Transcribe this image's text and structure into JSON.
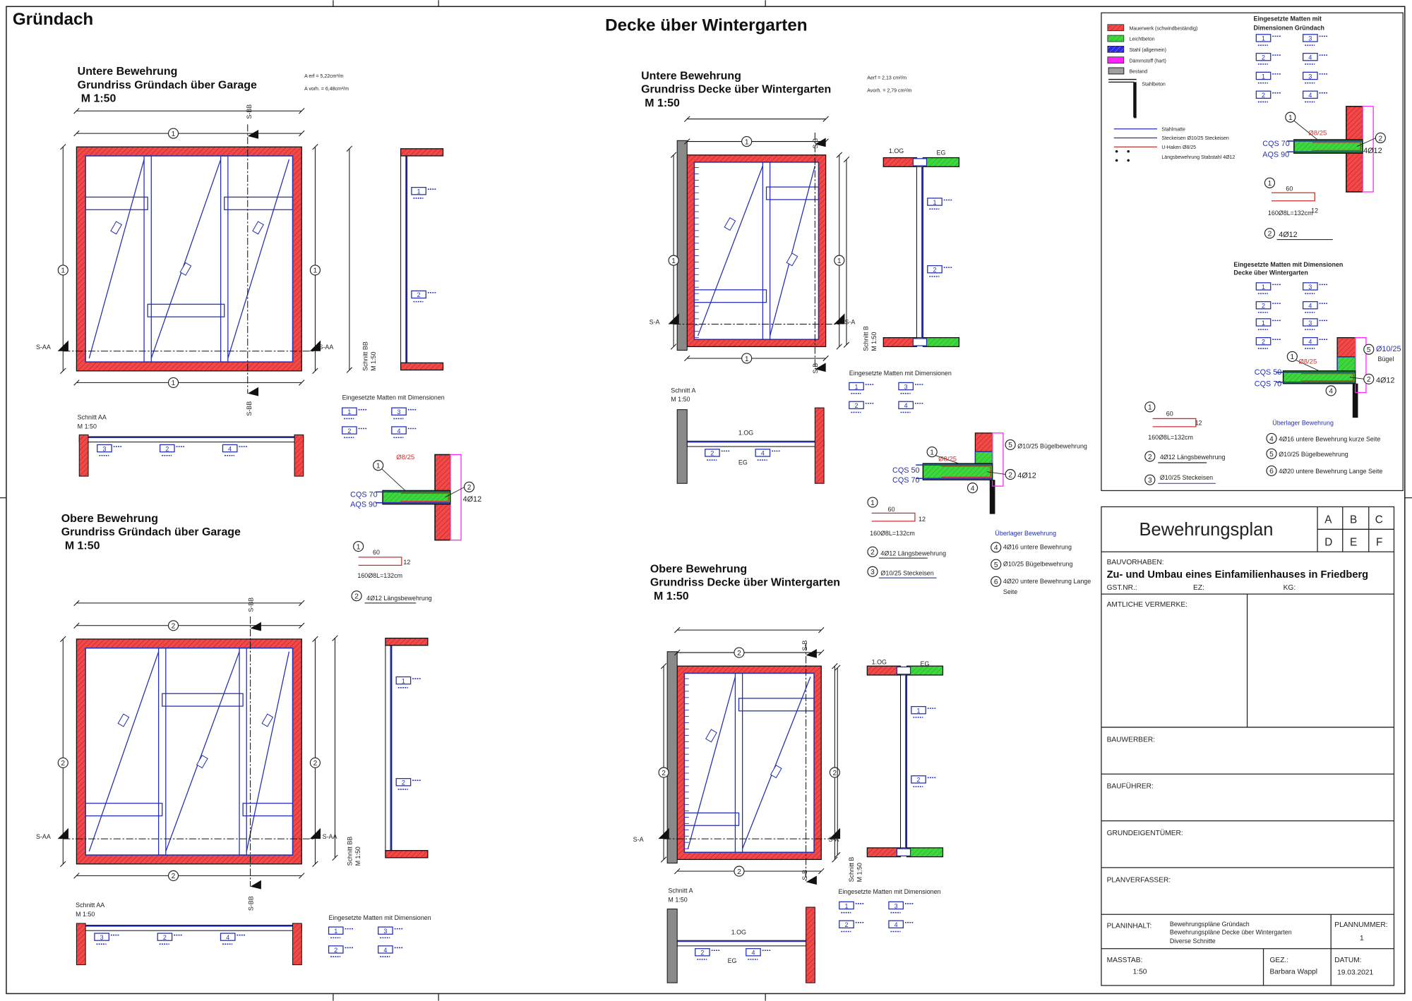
{
  "sheet": {
    "title_left": "Gründach",
    "title_center": "Decke über Wintergarten"
  },
  "plans": {
    "g_unten": {
      "line1": "Untere Bewehrung",
      "line2": "Grundriss Gründach über Garage",
      "scale": "M 1:50",
      "aerf": "A erf = 5,22cm²/m",
      "avorh": "A vorh. = 6,48cm²/m"
    },
    "g_oben": {
      "line1": "Obere Bewehrung",
      "line2": "Grundriss Gründach über Garage",
      "scale": "M 1:50"
    },
    "w_unten": {
      "line1": "Untere Bewehrung",
      "line2": "Grundriss Decke über Wintergarten",
      "scale": "M 1:50",
      "aerf": "Aerf = 2,13 cm²/m",
      "avorh": "Avorh. = 2,79 cm²/m"
    },
    "w_oben": {
      "line1": "Obere Bewehrung",
      "line2": "Grundriss Decke über Wintergarten",
      "scale": "M 1:50"
    }
  },
  "labels": {
    "s_aa": "S-AA",
    "s_bb": "S-BB",
    "s_a": "S-A",
    "s_b": "S-B",
    "schnitt_aa": "Schnitt AA",
    "schnitt_bb": "Schnitt BB",
    "schnitt_a": "Schnitt A",
    "schnitt_b": "Schnitt B",
    "m150": "M 1:50",
    "og": "1.OG",
    "eg": "EG",
    "mats_heading": "Eingesetzte Matten mit Dimensionen",
    "mats_heading_g1": "Eingesetzte Matten mit",
    "mats_heading_g2": "Dimensionen Gründach",
    "mats_heading_w1": "Eingesetzte Matten mit Dimensionen",
    "mats_heading_w2": "Decke über Wintergarten"
  },
  "nums": [
    "1",
    "2",
    "3",
    "4",
    "5",
    "6"
  ],
  "details": {
    "cqs70": "CQS 70",
    "aqs90": "AQS 90",
    "cqs50": "CQS 50",
    "phi8_25": "Ø8/25",
    "four_phi12": "4Ø12",
    "len60": "60",
    "len12": "12",
    "bar1": "160Ø8L=132cm",
    "bar2": "4Ø12 Längsbewehrung",
    "bar3": "Ø10/25 Steckeisen",
    "buegel_full": "Ø10/25  Bügelbewehrung",
    "phi10_25": "Ø10/25",
    "buegel": "Bügel",
    "ueberlager": "Überlager Bewehrung",
    "ue4": "4Ø16 untere Bewehrung",
    "ue5": "Ø10/25  Bügelbewehrung",
    "ue6a": "4Ø20 untere Bewehrung Lange",
    "ue6b": "Seite",
    "ue4b": "4Ø16 untere Bewehrung kurze Seite",
    "ue6c": "4Ø20 untere Bewehrung Lange Seite"
  },
  "legend": {
    "items": [
      "Mauerwerk (schwindbeständig)",
      "Leichtbeton",
      "Stahl (allgemein)",
      "Dämmstoff (hart)",
      "Bestand",
      "Stahlbeton"
    ],
    "lines": [
      "Stahlmatte",
      "Steckeisen Ø10/25 Steckeisen",
      "U-Haken Ø8/25",
      "Längsbewehrung Stabstahl 4Ø12"
    ],
    "colors": {
      "red": "#f24848",
      "green": "#3ed83e",
      "blue": "#2a2ae0",
      "magenta": "#ff22ff",
      "gray": "#a0a0a0"
    }
  },
  "title_block": {
    "title": "Bewehrungsplan",
    "grid": [
      "A",
      "B",
      "C",
      "D",
      "E",
      "F"
    ],
    "bauvorhaben_label": "BAUVORHABEN:",
    "bauvorhaben": "Zu- und Umbau eines Einfamilienhauses in Friedberg",
    "gstnr": "GST.NR.:",
    "ez": "EZ:",
    "kg": "KG:",
    "amtliche": "AMTLICHE VERMERKE:",
    "bauwerber": "BAUWERBER:",
    "baufuehrer": "BAUFÜHRER:",
    "grundeigentuemer": "GRUNDEIGENTÜMER:",
    "planverfasser": "PLANVERFASSER:",
    "planinhalt_label": "PLANINHALT:",
    "planinhalt": [
      "Bewehrungspläne Gründach",
      "Bewehrungspläne Decke über Wintergarten",
      "Diverse Schnitte"
    ],
    "plannummer_label": "PLANNUMMER:",
    "plannummer": "1",
    "masstab_label": "MASSTAB:",
    "masstab": "1:50",
    "gez_label": "GEZ.:",
    "gez": "Barbara Wappl",
    "datum_label": "DATUM:",
    "datum": "19.03.2021"
  }
}
